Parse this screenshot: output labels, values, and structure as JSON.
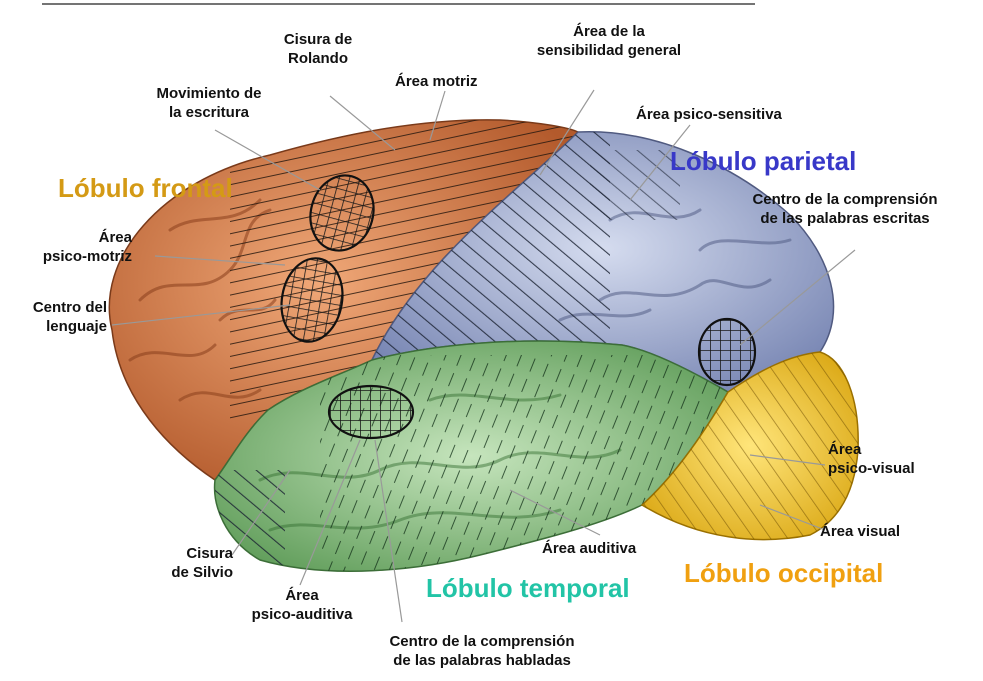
{
  "colors": {
    "frontal": "#d4874f",
    "parietal": "#a6b3d4",
    "temporal": "#8cbf86",
    "occipital": "#f2c23a",
    "frontal_label": "#d49a15",
    "parietal_label": "#3838c8",
    "temporal_label": "#22c4a6",
    "occipital_label": "#f0a010",
    "hatch": "#1b2333"
  },
  "lobes": {
    "frontal": "Lóbulo frontal",
    "parietal": "Lóbulo parietal",
    "temporal": "Lóbulo temporal",
    "occipital": "Lóbulo occipital"
  },
  "labels": {
    "cisura_rolando": [
      "Cisura de",
      "Rolando"
    ],
    "area_sensibilidad": [
      "Área de la",
      "sensibilidad general"
    ],
    "area_motriz": "Área motriz",
    "movimiento_escritura": [
      "Movimiento de",
      "la escritura"
    ],
    "area_psico_sensitiva": "Área psico-sensitiva",
    "centro_palabras_escritas": [
      "Centro de la comprensión",
      "de las palabras escritas"
    ],
    "area_psico_motriz": [
      "Área",
      "psico-motriz"
    ],
    "centro_lenguaje": [
      "Centro del",
      "lenguaje"
    ],
    "area_psico_visual": [
      "Área",
      "psico-visual"
    ],
    "area_visual": "Área visual",
    "cisura_silvio": [
      "Cisura",
      "de Silvio"
    ],
    "area_auditiva": "Área auditiva",
    "area_psico_auditiva": [
      "Área",
      "psico-auditiva"
    ],
    "centro_palabras_habladas": [
      "Centro de la comprensión",
      "de las palabras habladas"
    ]
  }
}
